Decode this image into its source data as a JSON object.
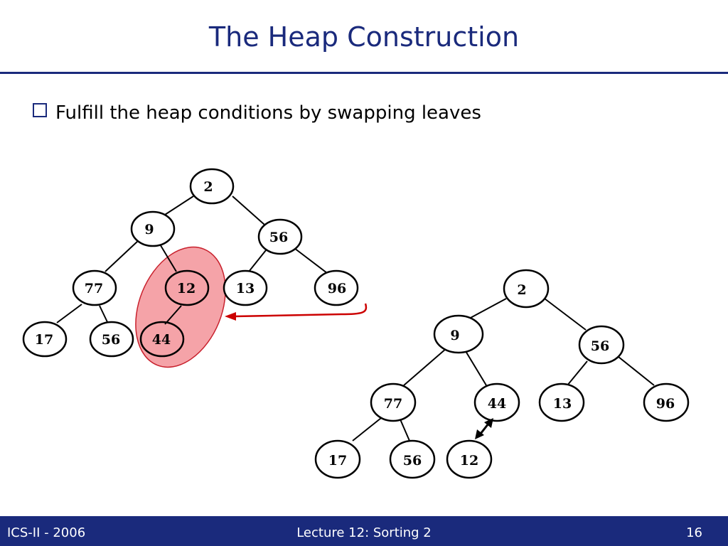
{
  "slide": {
    "title": "The Heap Construction",
    "bullet": "Fulfill the heap conditions by swapping leaves"
  },
  "left_tree": {
    "nodes": [
      "2",
      "9",
      "56",
      "77",
      "12",
      "13",
      "96",
      "17",
      "56",
      "44"
    ]
  },
  "right_tree": {
    "nodes": [
      "2",
      "9",
      "56",
      "77",
      "44",
      "13",
      "96",
      "17",
      "56",
      "12"
    ]
  },
  "colors": {
    "accent": "#1a2a7c",
    "highlight_fill": "#f5a3a8",
    "highlight_stroke": "#c8202c",
    "arrow": "#cc0000"
  },
  "footer": {
    "left": "ICS-II - 2006",
    "center": "Lecture 12: Sorting 2",
    "right": "16"
  }
}
